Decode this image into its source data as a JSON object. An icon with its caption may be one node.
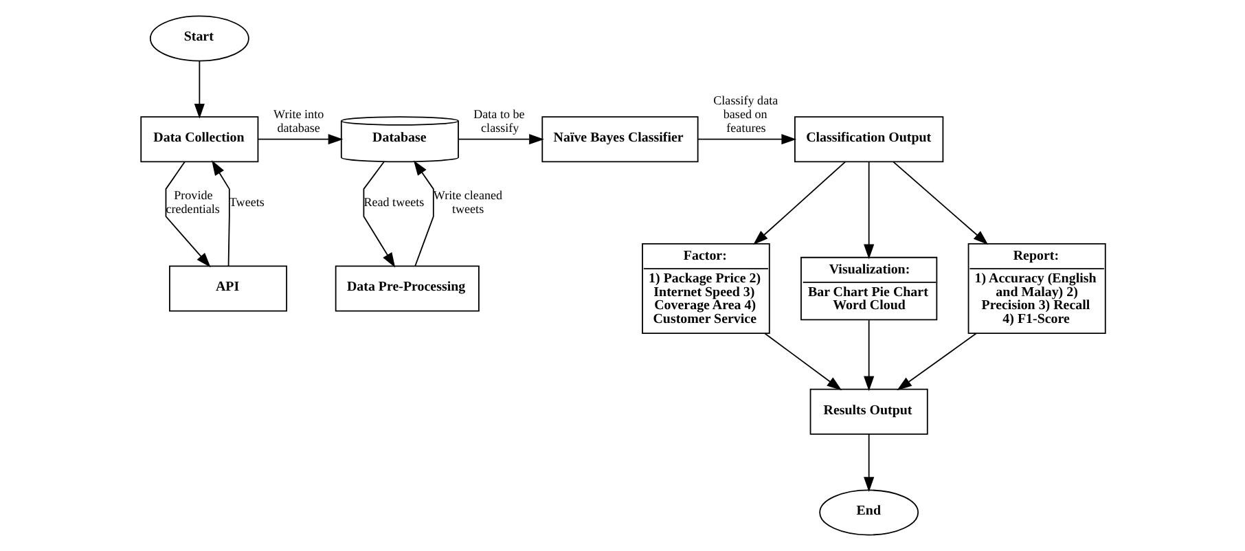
{
  "diagram": {
    "nodes": [
      {
        "text": [
          "Start"
        ]
      },
      {
        "text": [
          "Data Collection"
        ]
      },
      {
        "text": [
          "Database"
        ]
      },
      {
        "text": [
          "Naïve Bayes Classifier"
        ]
      },
      {
        "text": [
          "Classification Output"
        ]
      },
      {
        "text": [
          "API"
        ]
      },
      {
        "text": [
          "Data Pre-Processing"
        ]
      },
      {
        "text": [
          "Factor:",
          "1) Package Price 2) Internet Speed 3) Coverage Area 4) Customer Service"
        ]
      },
      {
        "text": [
          "Visualization:",
          "Bar Chart Pie Chart Word Cloud"
        ]
      },
      {
        "text": [
          "Report:",
          "1) Accuracy (English and Malay) 2) Precision 3) Recall 4) F1-Score"
        ]
      },
      {
        "text": [
          "Results Output"
        ]
      },
      {
        "text": [
          "End"
        ]
      }
    ],
    "edges": [
      {
        "from": 0,
        "to": 1,
        "arrow": "to"
      },
      {
        "from": 1,
        "to": 2,
        "arrow": "to",
        "label": "Write into database"
      },
      {
        "from": 2,
        "to": 3,
        "arrow": "to",
        "label": "Data to be classify"
      },
      {
        "from": 3,
        "to": 4,
        "arrow": "to",
        "label": "Classify data based on features"
      },
      {
        "from": 5,
        "to": 1,
        "arrow": "to",
        "label": "Tweets"
      },
      {
        "from": 1,
        "to": 5,
        "arrow": "to",
        "label": "Provide credentials"
      },
      {
        "from": 6,
        "to": 2,
        "arrow": "to",
        "label": "Write cleaned tweets"
      },
      {
        "from": 2,
        "to": 6,
        "arrow": "to",
        "label": "Read tweets"
      },
      {
        "from": 4,
        "to": 7,
        "arrow": "to"
      },
      {
        "from": 4,
        "to": 8,
        "arrow": "to"
      },
      {
        "from": 4,
        "to": 9,
        "arrow": "to"
      },
      {
        "from": 7,
        "to": 10,
        "arrow": "to"
      },
      {
        "from": 8,
        "to": 10,
        "arrow": "to"
      },
      {
        "from": 9,
        "to": 10,
        "arrow": "to"
      },
      {
        "from": 10,
        "to": 11,
        "arrow": "to"
      }
    ]
  }
}
